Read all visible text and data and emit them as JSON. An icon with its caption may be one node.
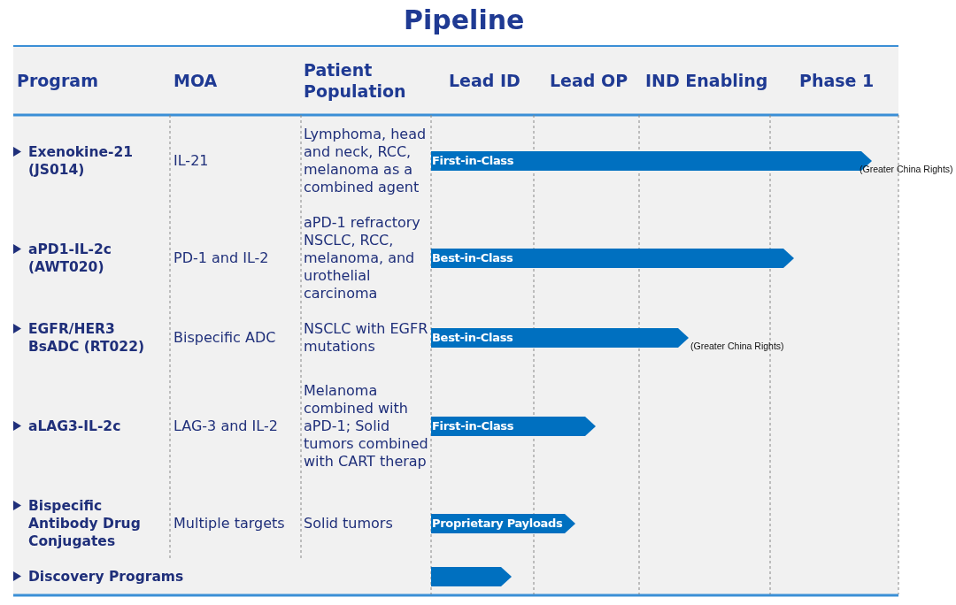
{
  "diagram": {
    "title": "Pipeline",
    "nodes": [
      {
        "text": [
          "First-in-Class"
        ],
        "beside": [
          "(Greater China Rights)"
        ]
      },
      {
        "text": [
          "Best-in-Class"
        ]
      },
      {
        "text": [
          "Best-in-Class"
        ],
        "beside": [
          "(Greater China Rights)"
        ]
      },
      {
        "text": [
          "First-in-Class"
        ]
      },
      {
        "text": [
          "Proprietary Payloads"
        ]
      },
      {
        "text": [],
        "shape": "bar"
      }
    ],
    "edges": [],
    "labels": [
      "Program",
      "MOA",
      "Patient Population",
      "Lead ID",
      "Lead OP",
      "IND Enabling",
      "Phase 1",
      "Exenokine-21 (JS014)",
      "IL-21",
      "Lymphoma, head and neck, RCC, melanoma as a combined agent",
      "aPD1-IL-2c (AWT020)",
      "PD-1 and IL-2",
      "aPD-1 refractory NSCLC, RCC, melanoma, and urothelial carcinoma",
      "EGFR/HER3 BsADC (RT022)",
      "Bispecific ADC",
      "NSCLC with EGFR mutations",
      "aLAG3-IL-2c",
      "LAG-3 and IL-2",
      "Melanoma combined with aPD-1; Solid tumors combined with CART therap",
      "Bispecific Antibody Drug Conjugates",
      "Multiple targets",
      "Solid tumors",
      "Discovery Programs"
    ]
  }
}
